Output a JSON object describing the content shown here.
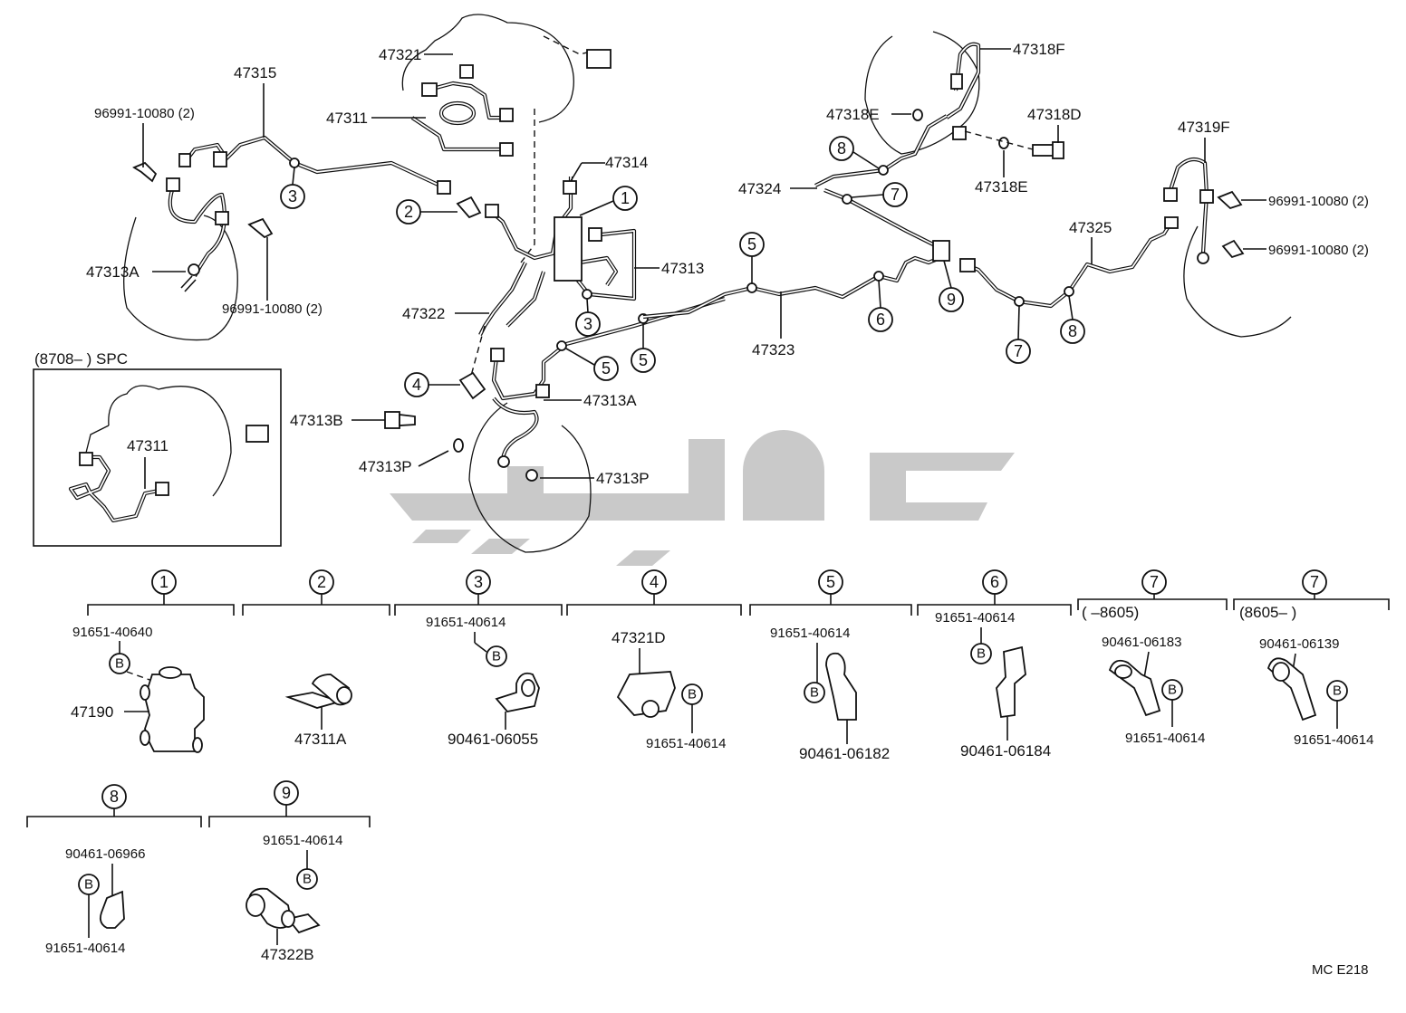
{
  "labels": {
    "l47315": "47315",
    "l96991a": "96991-10080 (2)",
    "l47313A_left": "47313A",
    "l96991b": "96991-10080 (2)",
    "l47321": "47321",
    "l47311_top": "47311",
    "l47314": "47314",
    "l47313": "47313",
    "l47322": "47322",
    "l47313A_mid": "47313A",
    "l47313B": "47313B",
    "l47313P_a": "47313P",
    "l47313P_b": "47313P",
    "l47323": "47323",
    "l47318F": "47318F",
    "l47318E_a": "47318E",
    "l47318D": "47318D",
    "l47318E_b": "47318E",
    "l47324": "47324",
    "l47319F": "47319F",
    "l96991c": "96991-10080 (2)",
    "l96991d": "96991-10080 (2)",
    "l47325": "47325",
    "inset_title": "(8708–        ) SPC",
    "inset_47311": "47311",
    "footer": "MC  E218"
  },
  "callouts": {
    "c1": "1",
    "c2": "2",
    "c3": "3",
    "c4": "4",
    "c5": "5",
    "c6": "6",
    "c7": "7",
    "c8": "8",
    "c9": "9"
  },
  "bolt_mark": "B",
  "details": {
    "d1": {
      "num": "1",
      "bolt": "91651-40640",
      "part": "47190"
    },
    "d2": {
      "num": "2",
      "part": "47311A"
    },
    "d3": {
      "num": "3",
      "bolt": "91651-40614",
      "clamp": "90461-06055"
    },
    "d4": {
      "num": "4",
      "part": "47321D",
      "bolt": "91651-40614"
    },
    "d5": {
      "num": "5",
      "bolt": "91651-40614",
      "clamp": "90461-06182"
    },
    "d6": {
      "num": "6",
      "bolt": "91651-40614",
      "clamp": "90461-06184"
    },
    "d7a": {
      "num": "7",
      "range": "(      –8605)",
      "clamp": "90461-06183",
      "bolt": "91651-40614"
    },
    "d7b": {
      "num": "7",
      "range": "(8605–        )",
      "clamp": "90461-06139",
      "bolt": "91651-40614"
    },
    "d8": {
      "num": "8",
      "clamp": "90461-06966",
      "bolt": "91651-40614"
    },
    "d9": {
      "num": "9",
      "bolt": "91651-40614",
      "part": "47322B"
    }
  }
}
